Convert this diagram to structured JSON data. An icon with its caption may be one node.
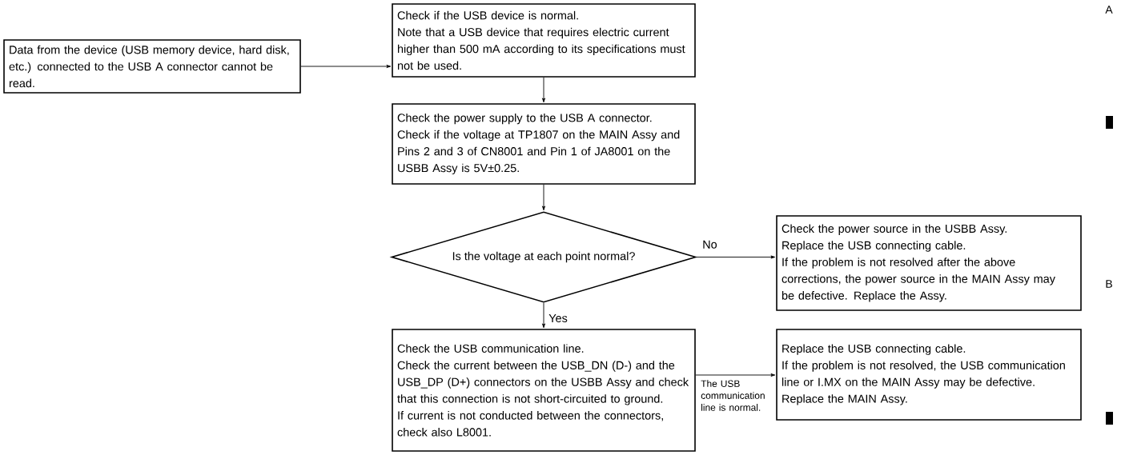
{
  "diagram": {
    "nodes": [
      {
        "text": [
          "Data from the device (USB memory device, hard disk, etc.) connected to the USB A connector cannot be read."
        ]
      },
      {
        "text": [
          "Check if the USB device is normal.",
          "Note that a USB device that requires electric current higher than 500 mA according to its specifications must not be used."
        ]
      },
      {
        "text": [
          "Check the power supply to the USB A connector.",
          "Check if the voltage at TP1807 on the MAIN Assy and Pins 2 and 3 of CN8001 and Pin 1 of JA8001 on the USBB Assy is 5V±0.25."
        ]
      },
      {
        "text": [
          "Is the voltage at each point normal?"
        ]
      },
      {
        "text": [
          "Check the power source in the USBB Assy.",
          "Replace the USB connecting cable.",
          "If the problem is not resolved after the above corrections, the power source in the MAIN Assy may be defective. Replace the Assy."
        ]
      },
      {
        "text": [
          "Check the USB communication line.",
          "Check the current between the USB_DN (D-) and the USB_DP (D+) connectors on the USBB Assy and check that this connection is not short-circuited to ground.",
          "If current is not conducted between the connectors, check also L8001."
        ]
      },
      {
        "text": [
          "Replace the USB connecting cable.",
          "If the problem is not resolved, the USB communication line or I.MX on the MAIN Assy may be defective. Replace the MAIN Assy."
        ]
      }
    ],
    "edges": [
      {
        "from": 0,
        "to": 1,
        "arrow": "to"
      },
      {
        "from": 1,
        "to": 2,
        "arrow": "to"
      },
      {
        "from": 2,
        "to": 3,
        "arrow": "to"
      },
      {
        "from": 3,
        "to": 4,
        "arrow": "to",
        "label": "No"
      },
      {
        "from": 3,
        "to": 5,
        "arrow": "to",
        "label": "Yes"
      },
      {
        "from": 5,
        "to": 6,
        "arrow": "to",
        "label": "The USB communication line is normal."
      }
    ],
    "labels": [
      "A",
      "B"
    ]
  }
}
